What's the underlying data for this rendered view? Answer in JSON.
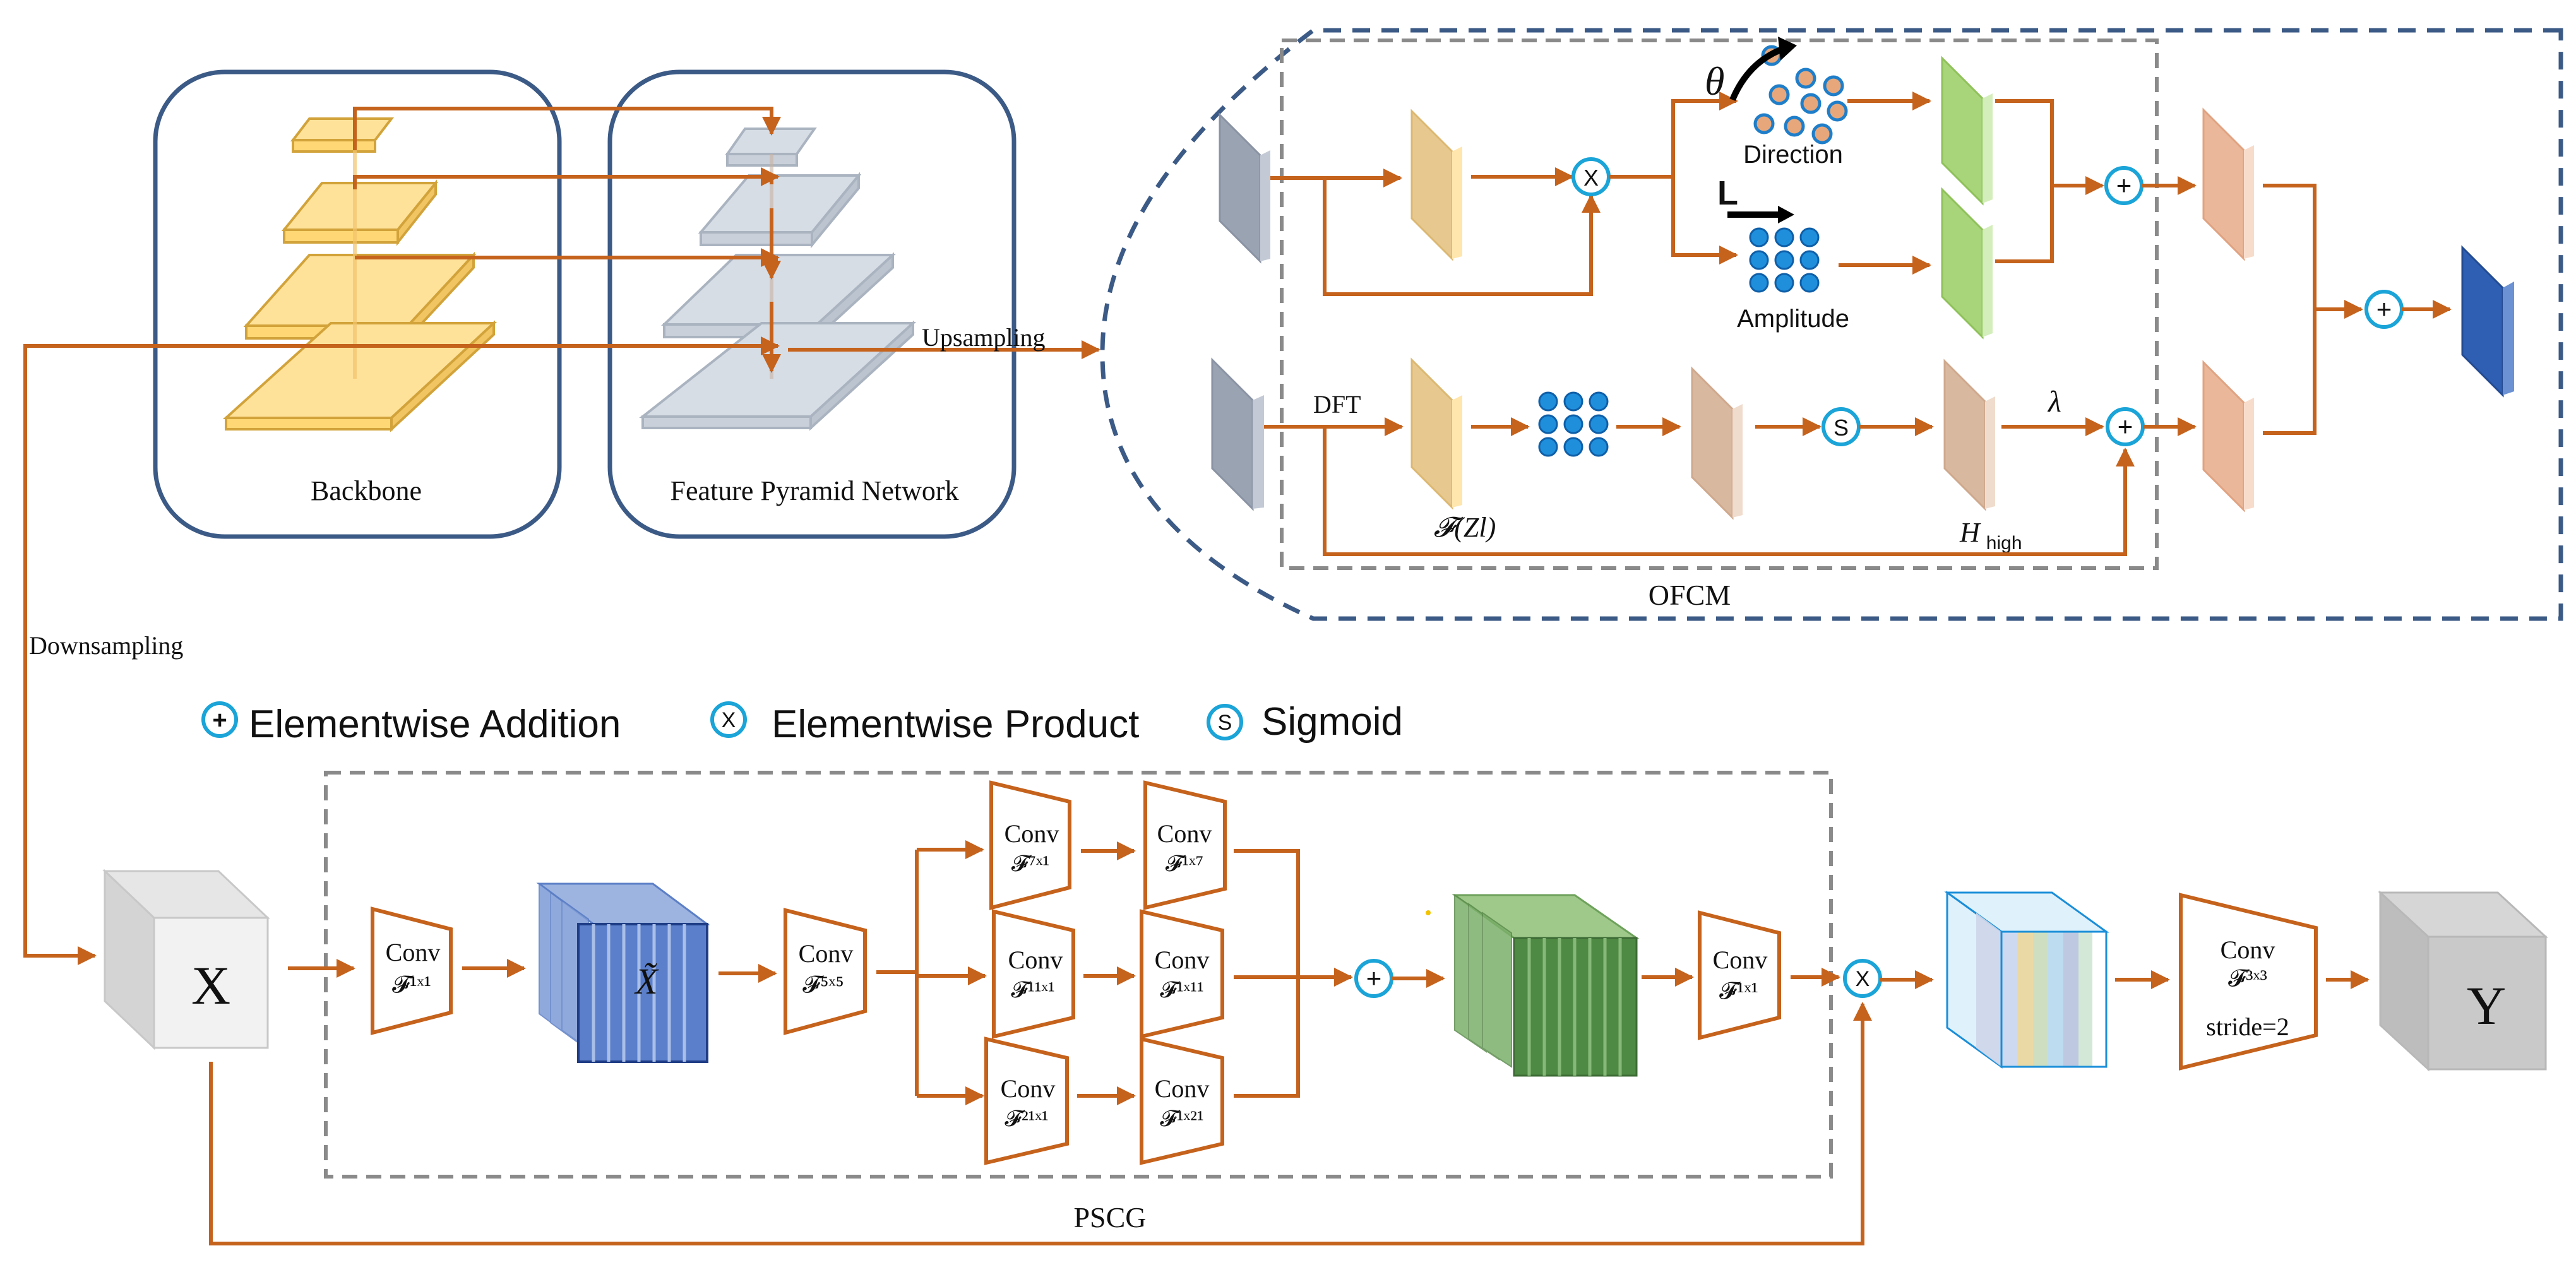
{
  "labels": {
    "backbone": "Backbone",
    "fpn": "Feature Pyramid Network",
    "upsampling": "Upsampling",
    "downsampling": "Downsampling",
    "ofcm": "OFCM",
    "pscg": "PSCG",
    "direction": "Direction",
    "amplitude": "Amplitude",
    "theta": "θ",
    "l_symbol": "L",
    "dft": "DFT",
    "fzl": "𝓕(Zl)",
    "h_main": "H",
    "h_sub": "high",
    "lambda": "λ",
    "x_label": "X",
    "x_tilde": "X̃",
    "y_label": "Y",
    "stride": "stride=2"
  },
  "legend": {
    "addition": "Elementwise Addition",
    "product": "Elementwise Product",
    "sigmoid": "Sigmoid"
  },
  "symbols": {
    "plus": "+",
    "times": "X",
    "sigmoid": "S"
  },
  "conv": {
    "word": "Conv",
    "k1x1": "𝓕¹ˣ¹",
    "k5x5": "𝓕⁵ˣ⁵",
    "k7x1": "𝓕⁷ˣ¹",
    "k1x7": "𝓕¹ˣ⁷",
    "k11x1": "𝓕¹¹ˣ¹",
    "k1x11": "𝓕¹ˣ¹¹",
    "k21x1": "𝓕²¹ˣ¹",
    "k1x21": "𝓕¹ˣ²¹",
    "k1x1b": "𝓕¹ˣ¹",
    "k3x3": "𝓕³ˣ³"
  },
  "colors": {
    "arrow": "#c5621c",
    "panel_border": "#3c5a86",
    "ofcm_dash": "#3c5a86",
    "grey_dash": "#8a8a8a",
    "op_circle": "#1aa4d8",
    "dot_blue": "#1f7ec9",
    "dot_orange": "#e8a77a",
    "backbone_fill": "#ffe29a",
    "fpn_fill": "#d7dde5",
    "yellow_map": "#e9c97f",
    "green_map": "#b7d98a",
    "peach_map": "#eab79a",
    "tan_map": "#d9b8a0",
    "blue_out": "#2f5fb3",
    "grey_in": "#9aa3b2"
  }
}
